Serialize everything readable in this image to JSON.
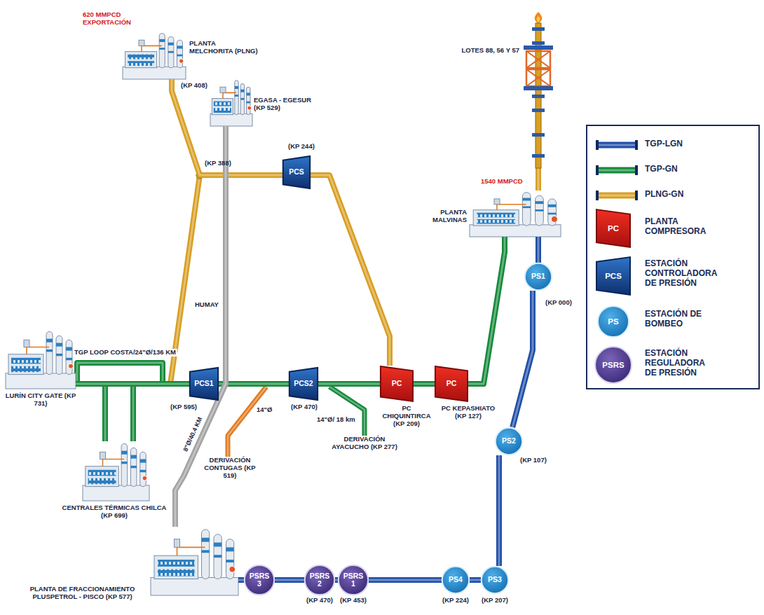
{
  "diagram": {
    "nodes": [
      {
        "text": [
          "PLANTA MELCHORITA (PLNG)",
          "(KP 408)"
        ]
      },
      {
        "text": [
          "LOTES 88, 56 Y 57"
        ]
      },
      {
        "text": [
          "PCS",
          "(KP 244)"
        ]
      },
      {
        "text": [
          "EGASA - EGESUR (KP 529)"
        ]
      },
      {
        "text": [
          "PLANTA MALVINAS"
        ]
      },
      {
        "text": [
          "LURÍN CITY GATE (KP 731)"
        ]
      },
      {
        "text": [
          "PCS1",
          "(KP 595)"
        ]
      },
      {
        "text": [
          "PCS2",
          "(KP 470)"
        ]
      },
      {
        "text": [
          "PC",
          "PC CHIQUINTIRCA (KP 209)"
        ]
      },
      {
        "text": [
          "PC",
          "PC KEPASHIATO (KP 127)"
        ]
      },
      {
        "text": [
          "PS1",
          "(KP 000)"
        ]
      },
      {
        "text": [
          "CENTRALES TÉRMICAS CHILCA (KP 699)"
        ]
      },
      {
        "text": [
          "DERIVACIÓN CONTUGAS (KP 519)"
        ]
      },
      {
        "text": [
          "DERIVACIÓN AYACUCHO (KP 277)"
        ]
      },
      {
        "text": [
          "PS2",
          "(KP 107)"
        ]
      },
      {
        "text": [
          "PLANTA DE FRACCIONAMIENTO PLUSPETROL - PISCO (KP 577)"
        ]
      },
      {
        "text": [
          "PSRS 3"
        ]
      },
      {
        "text": [
          "PSRS 2",
          "(KP 470)"
        ]
      },
      {
        "text": [
          "PSRS 1",
          "(KP 453)"
        ]
      },
      {
        "text": [
          "PS4",
          "(KP 224)"
        ]
      },
      {
        "text": [
          "PS3",
          "(KP 207)"
        ]
      }
    ],
    "edges": [
      {
        "from": 1,
        "to": 4,
        "arrow": "none"
      },
      {
        "from": 4,
        "to": 9,
        "arrow": "none"
      },
      {
        "from": 9,
        "to": 8,
        "arrow": "none"
      },
      {
        "from": 8,
        "to": 7,
        "arrow": "none"
      },
      {
        "from": 7,
        "to": 6,
        "arrow": "none"
      },
      {
        "from": 6,
        "to": 5,
        "arrow": "none"
      },
      {
        "from": 8,
        "to": 2,
        "arrow": "none"
      },
      {
        "from": 2,
        "to": 0,
        "arrow": "none"
      },
      {
        "from": 15,
        "to": 3,
        "label": "8\"Ø/40.4 KM",
        "arrow": "none"
      },
      {
        "from": 4,
        "to": 10,
        "arrow": "none"
      },
      {
        "from": 10,
        "to": 14,
        "arrow": "none"
      },
      {
        "from": 14,
        "to": 20,
        "arrow": "none"
      },
      {
        "from": 20,
        "to": 19,
        "arrow": "none"
      },
      {
        "from": 19,
        "to": 18,
        "arrow": "none"
      },
      {
        "from": 18,
        "to": 17,
        "arrow": "none"
      },
      {
        "from": 17,
        "to": 16,
        "arrow": "none"
      },
      {
        "from": 16,
        "to": 15,
        "arrow": "none"
      }
    ],
    "labels": [
      "620 MMPCD EXPORTACIÓN",
      "1540 MMPCD",
      "(KP 388)",
      "TGP LOOP COSTA/24\"Ø/136 KM",
      "HUMAY",
      "14\"Ø",
      "14\"Ø/ 18 km",
      "PC",
      "PCS",
      "PS",
      "PSRS"
    ],
    "legend": [
      {
        "text": "TGP-LGN",
        "color": "#1f4fa8"
      },
      {
        "text": "TGP-GN",
        "color": "#168a3b"
      },
      {
        "text": "PLNG-GN",
        "color": "#d99f24"
      },
      {
        "text": "PLANTA COMPRESORA"
      },
      {
        "text": "ESTACIÓN CONTROLADORA DE PRESIÓN"
      },
      {
        "text": "ESTACIÓN DE BOMBEO"
      },
      {
        "text": "ESTACIÓN REGULADORA DE PRESIÓN"
      }
    ]
  }
}
